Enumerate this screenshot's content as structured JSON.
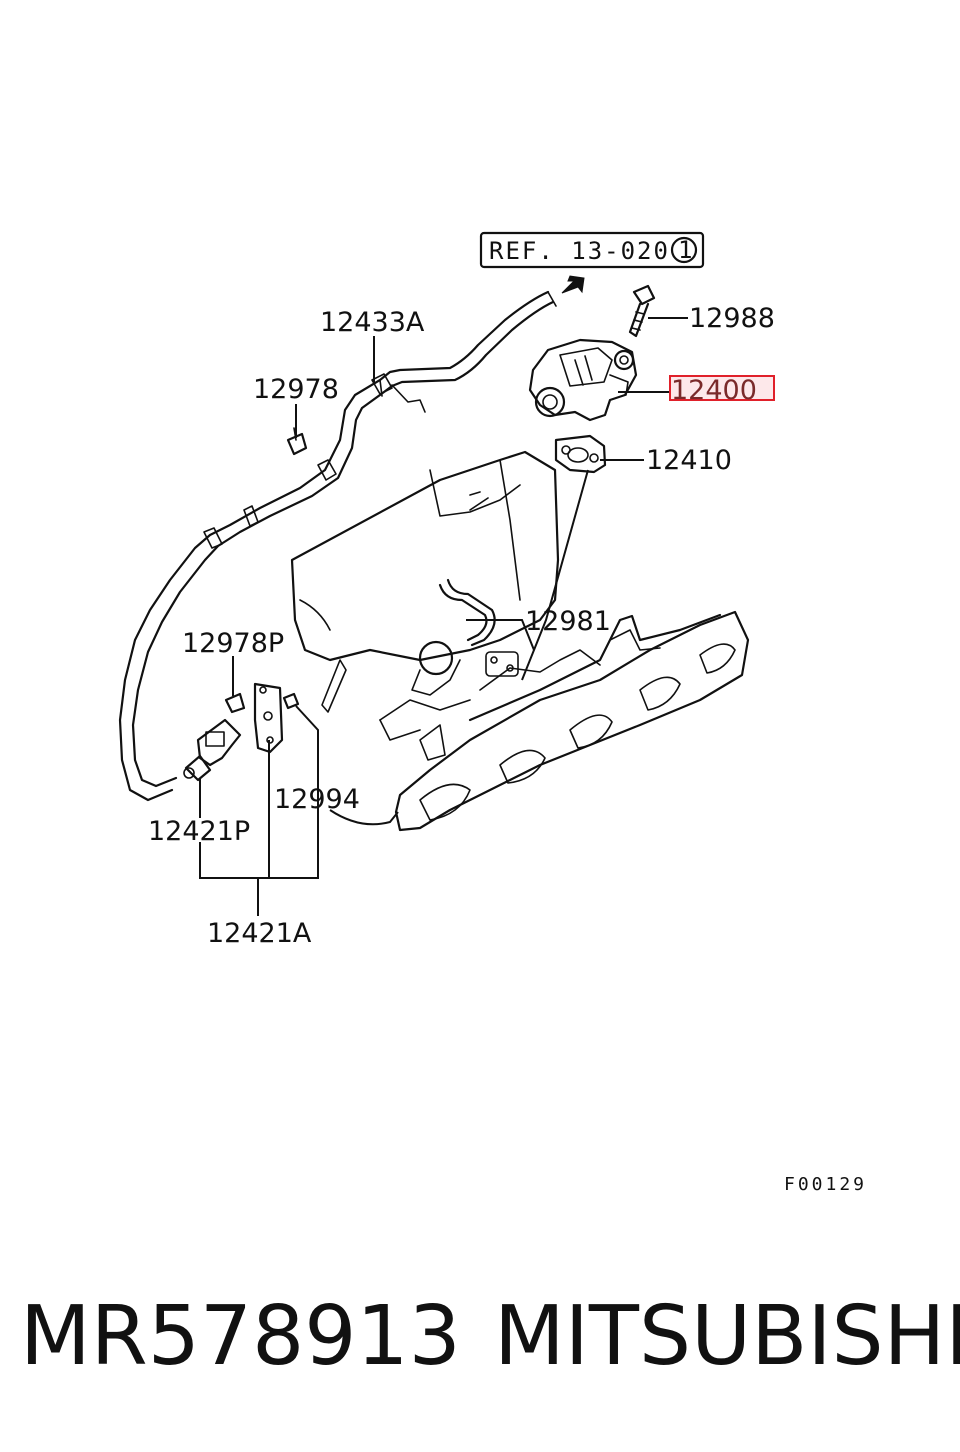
{
  "reference": {
    "text": "REF. 13-020",
    "circled_number": "1"
  },
  "labels": {
    "p12988": "12988",
    "p12433A": "12433A",
    "p12978": "12978",
    "p12400": "12400",
    "p12410": "12410",
    "p12981": "12981",
    "p12978P": "12978P",
    "p12994": "12994",
    "p12421P": "12421P",
    "p12421A": "12421A"
  },
  "highlight": {
    "part": "12400",
    "box_color": "#e0202a",
    "fill_color": "#fde8ea"
  },
  "figure_code": "F00129",
  "footer": {
    "part_number": "MR578913",
    "brand": "MITSUBISHI"
  }
}
